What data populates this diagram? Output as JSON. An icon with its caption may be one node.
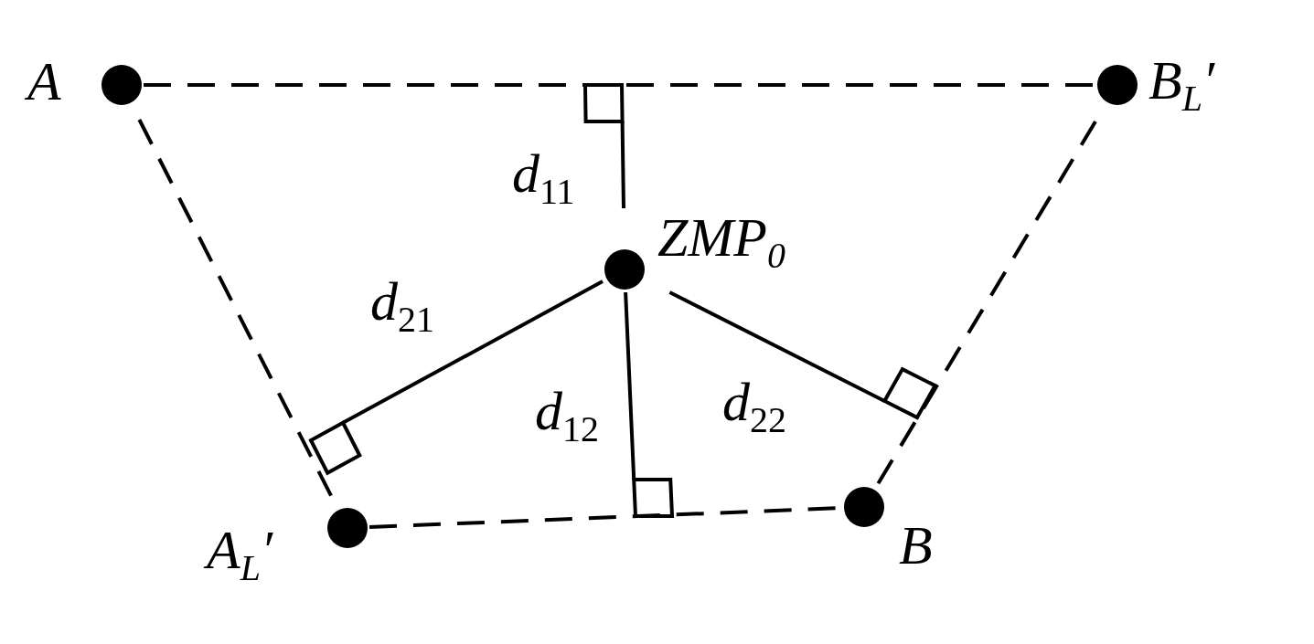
{
  "diagram": {
    "nodes": [
      {
        "text": [
          "A"
        ]
      },
      {
        "text": [
          "B$_{L}$′"
        ]
      },
      {
        "text": [
          "ZMP$_{0}$"
        ]
      },
      {
        "text": [
          "A$_{L}$′"
        ]
      },
      {
        "text": [
          "B"
        ]
      },
      {
        "text": [],
        "shape": "box"
      },
      {
        "text": [],
        "shape": "box"
      },
      {
        "text": [],
        "shape": "box"
      },
      {
        "text": [],
        "shape": "box"
      }
    ],
    "edges": [
      {
        "from": 0,
        "to": 1,
        "arrow": "none",
        "style": "dashed"
      },
      {
        "from": 0,
        "to": 3,
        "arrow": "none",
        "style": "dashed"
      },
      {
        "from": 1,
        "to": 4,
        "arrow": "none",
        "style": "dashed"
      },
      {
        "from": 3,
        "to": 4,
        "arrow": "none",
        "style": "dashed"
      },
      {
        "from": 2,
        "to": 5,
        "arrow": "none",
        "label": "d$_{11}$"
      },
      {
        "from": 2,
        "to": 6,
        "arrow": "none",
        "label": "d$_{21}$"
      },
      {
        "from": 2,
        "to": 7,
        "arrow": "none",
        "label": "d$_{12}$"
      },
      {
        "from": 2,
        "to": 8,
        "arrow": "none",
        "label": "d$_{22}$"
      }
    ]
  }
}
